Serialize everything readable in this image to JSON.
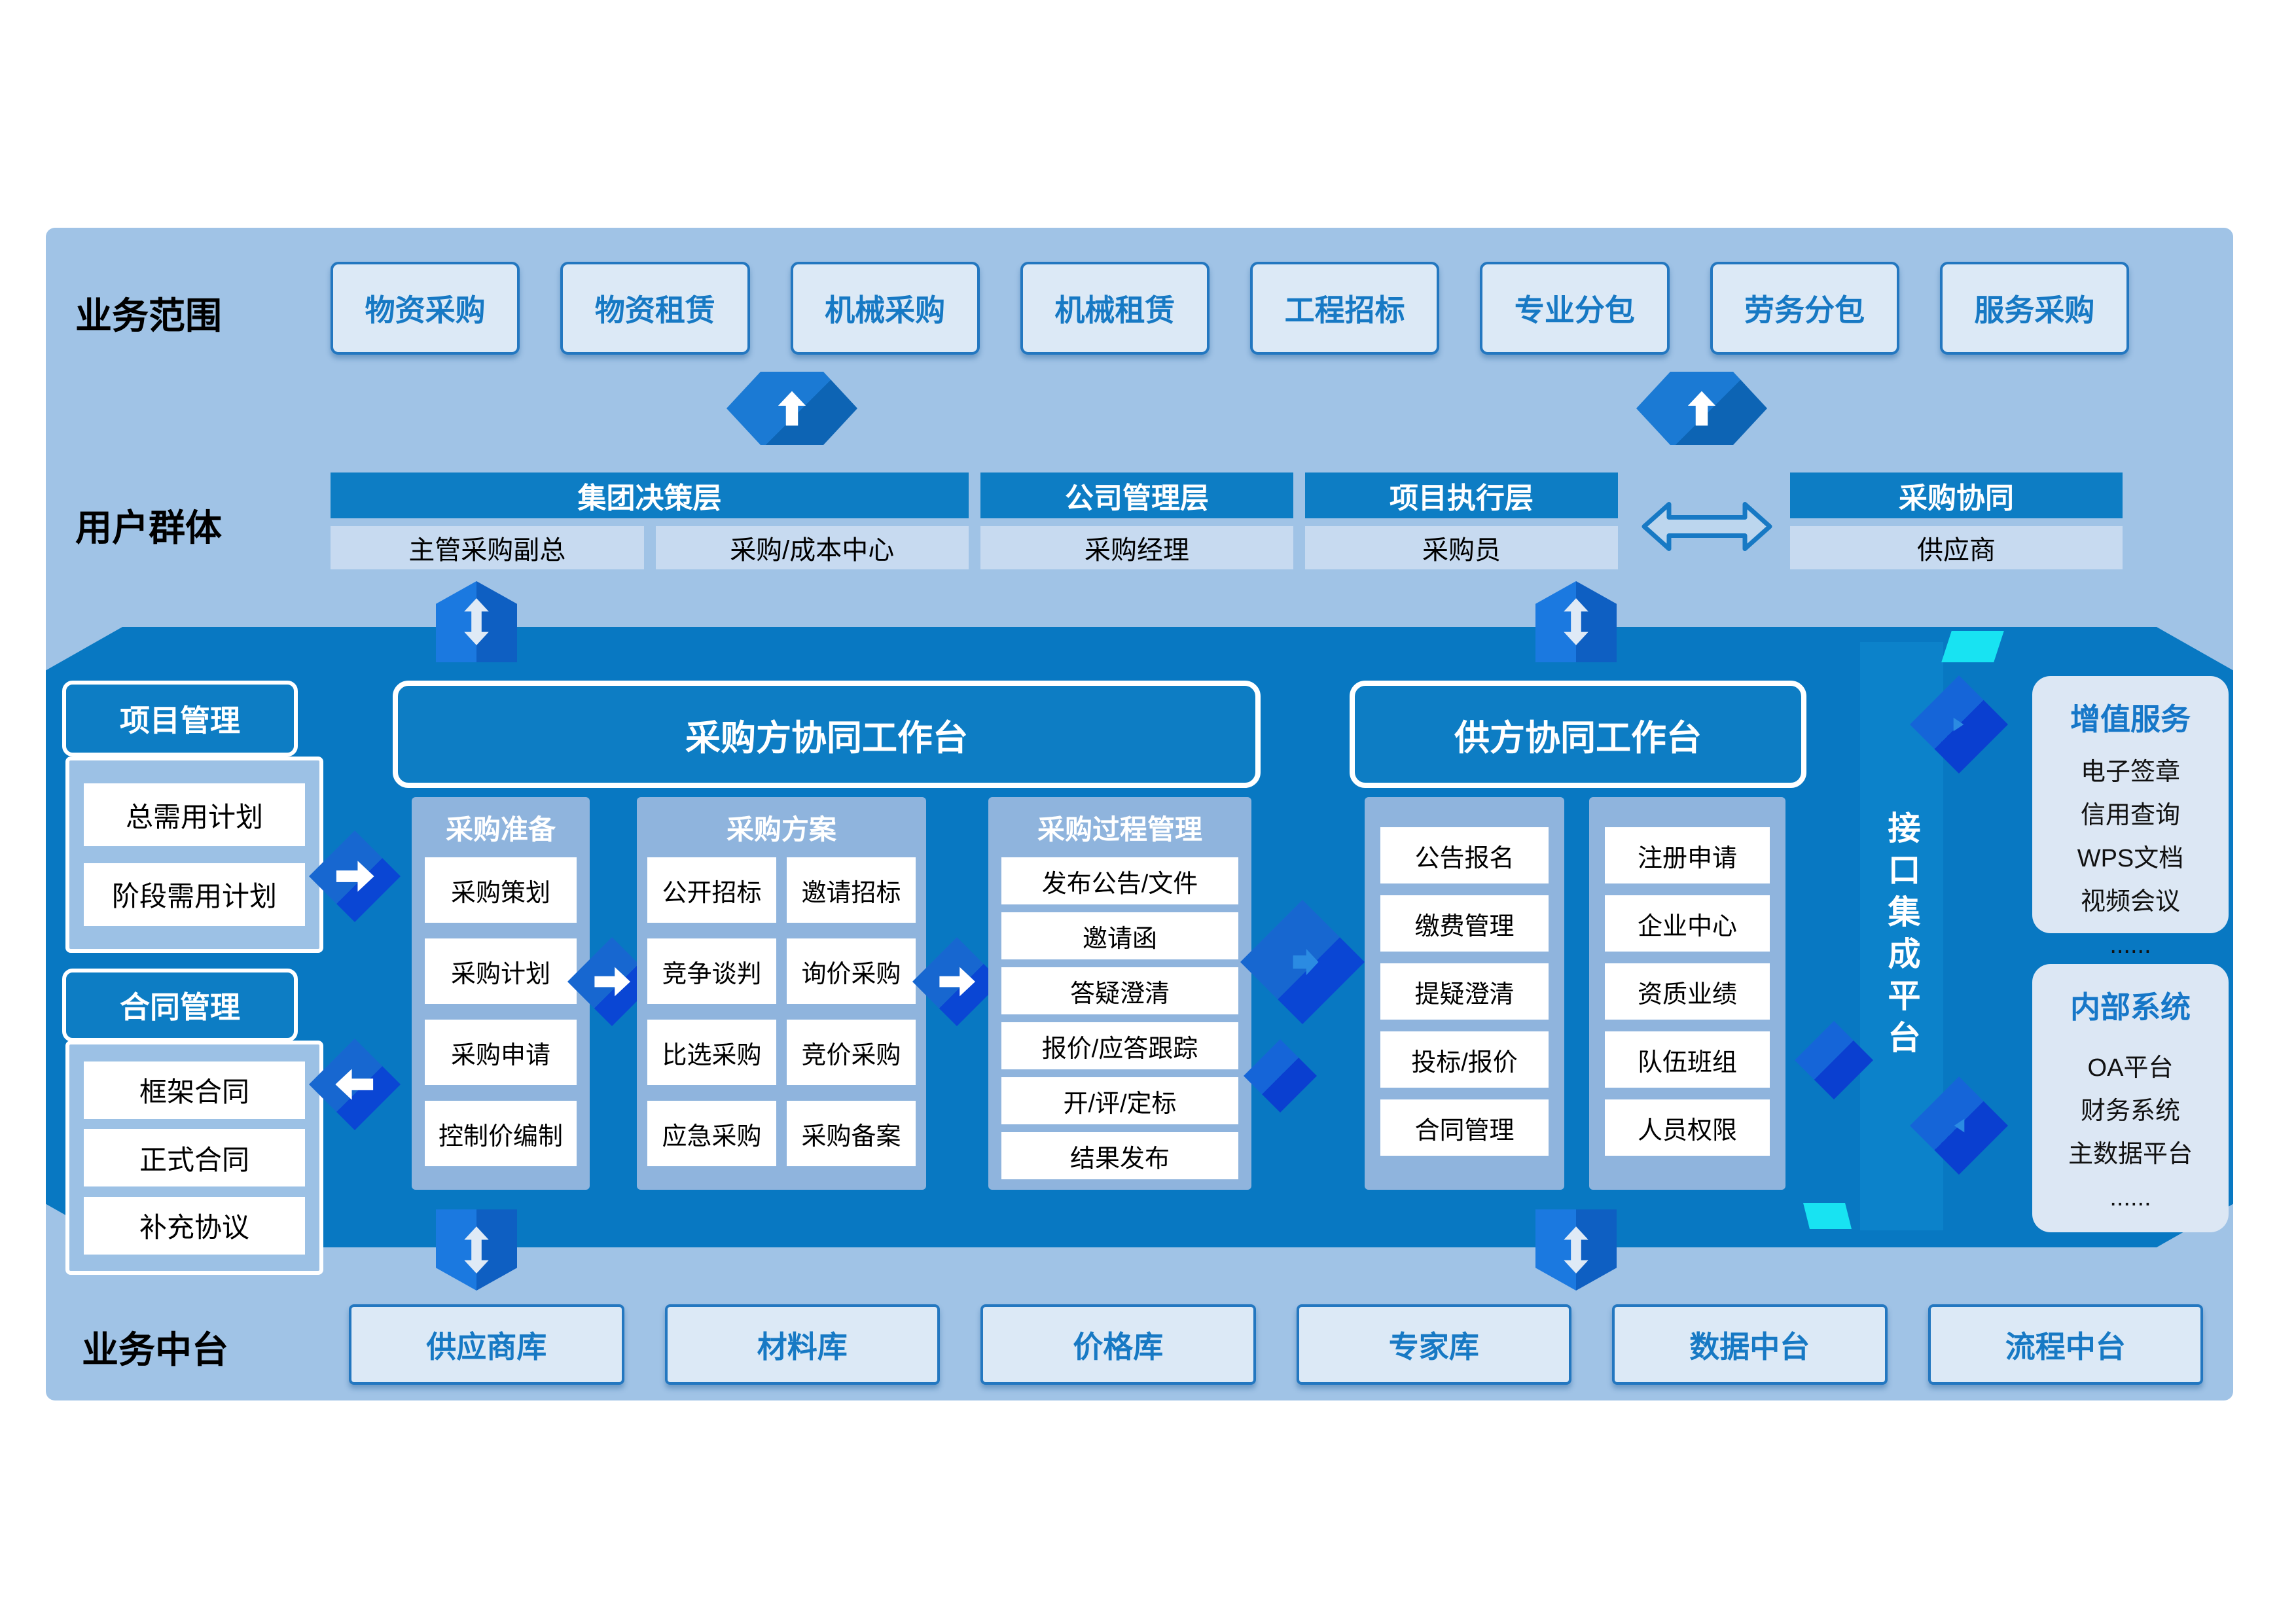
{
  "colors": {
    "page": "#FFFFFF",
    "bg": "#A0C3E6",
    "band": "#0878C2",
    "bar": "#0C82CA",
    "header-blue": "#0D7DC4",
    "member": "#C7DAF0",
    "btn-bg": "#DCE9F6",
    "btn-border": "#2377C0",
    "btn-text": "#1779C4",
    "colbg": "#8FB4DD",
    "sidepanel": "#9CC1E5",
    "rpanel": "#DCE7F4",
    "title-blue": "#1677C8",
    "cyan": "#18E3F2",
    "dia1": "#1767D0",
    "dia2": "#0A46D4"
  },
  "business_scope": {
    "label": "业务范围",
    "buttons": [
      "物资采购",
      "物资租赁",
      "机械采购",
      "机械租赁",
      "工程招标",
      "专业分包",
      "劳务分包",
      "服务采购"
    ]
  },
  "user_groups": {
    "label": "用户群体",
    "groups": [
      {
        "title": "集团决策层",
        "members": [
          "主管采购副总",
          "采购/成本中心"
        ]
      },
      {
        "title": "公司管理层",
        "members": [
          "采购经理"
        ]
      },
      {
        "title": "项目执行层",
        "members": [
          "采购员"
        ]
      },
      {
        "title": "采购协同",
        "members": [
          "供应商"
        ]
      }
    ]
  },
  "sidebar": {
    "project": {
      "title": "项目管理",
      "items": [
        "总需用计划",
        "阶段需用计划"
      ]
    },
    "contract": {
      "title": "合同管理",
      "items": [
        "框架合同",
        "正式合同",
        "补充协议"
      ]
    }
  },
  "buyer_workbench": {
    "title": "采购方协同工作台",
    "prep": {
      "title": "采购准备",
      "items": [
        "采购策划",
        "采购计划",
        "采购申请",
        "控制价编制"
      ]
    },
    "scheme": {
      "title": "采购方案",
      "items": [
        "公开招标",
        "邀请招标",
        "竞争谈判",
        "询价采购",
        "比选采购",
        "竞价采购",
        "应急采购",
        "采购备案"
      ]
    },
    "process": {
      "title": "采购过程管理",
      "items": [
        "发布公告/文件",
        "邀请函",
        "答疑澄清",
        "报价/应答跟踪",
        "开/评/定标",
        "结果发布"
      ]
    }
  },
  "supplier_workbench": {
    "title": "供方协同工作台",
    "col1": [
      "公告报名",
      "缴费管理",
      "提疑澄清",
      "投标/报价",
      "合同管理"
    ],
    "col2": [
      "注册申请",
      "企业中心",
      "资质业绩",
      "队伍班组",
      "人员权限"
    ]
  },
  "integration": {
    "title": "接口集成平台"
  },
  "value_services": {
    "title": "增值服务",
    "items": [
      "电子签章",
      "信用查询",
      "WPS文档",
      "视频会议",
      "......"
    ]
  },
  "internal_systems": {
    "title": "内部系统",
    "items": [
      "OA平台",
      "财务系统",
      "主数据平台",
      "......"
    ]
  },
  "middle_platform": {
    "label": "业务中台",
    "buttons": [
      "供应商库",
      "材料库",
      "价格库",
      "专家库",
      "数据中台",
      "流程中台"
    ]
  }
}
